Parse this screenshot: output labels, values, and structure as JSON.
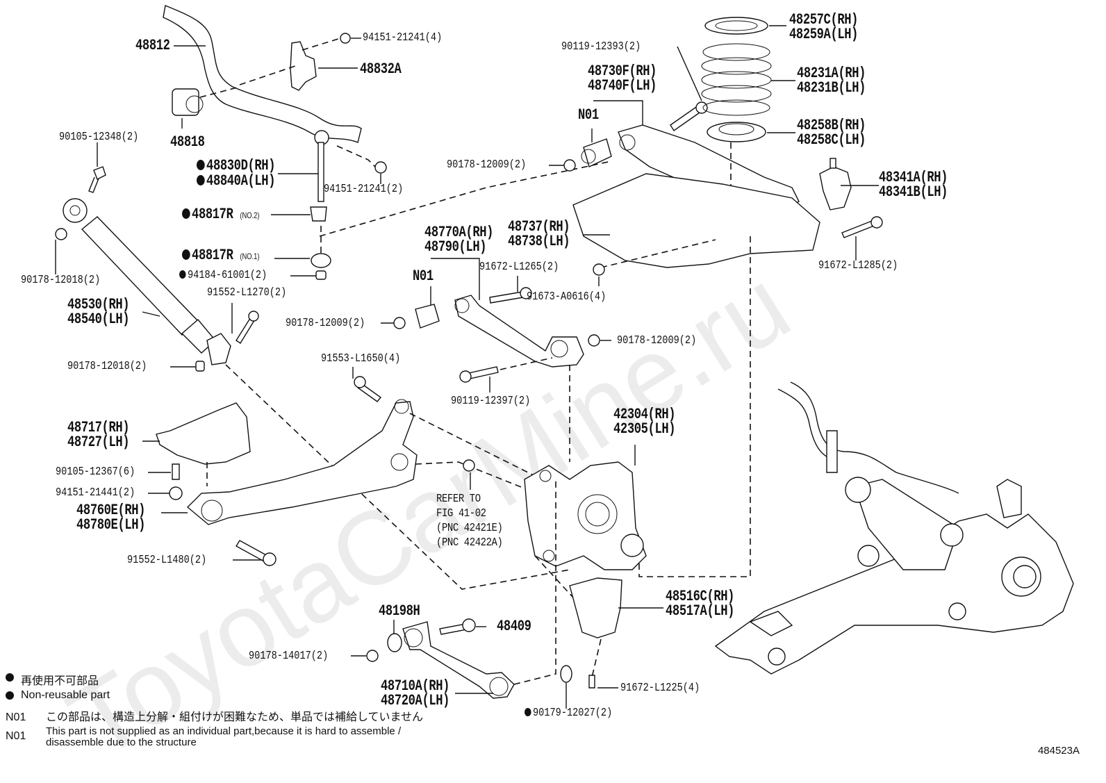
{
  "watermark": "ToyotaCarMine.ru",
  "figure_number": "484523A",
  "callouts": [
    {
      "id": "c1",
      "lines": [
        "48812"
      ]
    },
    {
      "id": "c2",
      "lines": [
        "94151-21241(4)"
      ]
    },
    {
      "id": "c3",
      "lines": [
        "48832A"
      ]
    },
    {
      "id": "c4",
      "lines": [
        "48818"
      ]
    },
    {
      "id": "c5",
      "lines": [
        "90105-12348(2)"
      ]
    },
    {
      "id": "c6",
      "lines": [
        "48830D(RH)",
        "48840A(LH)"
      ],
      "non_reusable": true
    },
    {
      "id": "c7",
      "lines": [
        "94151-21241(2)"
      ]
    },
    {
      "id": "c8",
      "lines": [
        "48817R"
      ],
      "suffix": "(NO.2)",
      "non_reusable": true
    },
    {
      "id": "c9",
      "lines": [
        "48817R"
      ],
      "suffix": "(NO.1)",
      "non_reusable": true
    },
    {
      "id": "c10",
      "lines": [
        "94184-61001(2)"
      ],
      "non_reusable": true
    },
    {
      "id": "c11",
      "lines": [
        "90178-12018(2)"
      ]
    },
    {
      "id": "c12",
      "lines": [
        "91552-L1270(2)"
      ]
    },
    {
      "id": "c13",
      "lines": [
        "48530(RH)",
        "48540(LH)"
      ]
    },
    {
      "id": "c14",
      "lines": [
        "90178-12018(2)"
      ]
    },
    {
      "id": "c15",
      "lines": [
        "90119-12393(2)"
      ]
    },
    {
      "id": "c16",
      "lines": [
        "48730F(RH)",
        "48740F(LH)"
      ]
    },
    {
      "id": "c17",
      "lines": [
        "N01"
      ]
    },
    {
      "id": "c18",
      "lines": [
        "90178-12009(2)"
      ]
    },
    {
      "id": "c19",
      "lines": [
        "48257C(RH)",
        "48259A(LH)"
      ]
    },
    {
      "id": "c20",
      "lines": [
        "48231A(RH)",
        "48231B(LH)"
      ]
    },
    {
      "id": "c21",
      "lines": [
        "48258B(RH)",
        "48258C(LH)"
      ]
    },
    {
      "id": "c22",
      "lines": [
        "48341A(RH)",
        "48341B(LH)"
      ]
    },
    {
      "id": "c23",
      "lines": [
        "91672-L1285(2)"
      ]
    },
    {
      "id": "c24",
      "lines": [
        "48737(RH)",
        "48738(LH)"
      ]
    },
    {
      "id": "c25",
      "lines": [
        "48770A(RH)",
        "48790(LH)"
      ]
    },
    {
      "id": "c26",
      "lines": [
        "N01"
      ]
    },
    {
      "id": "c27",
      "lines": [
        "91672-L1265(2)"
      ]
    },
    {
      "id": "c28",
      "lines": [
        "91673-A0616(4)"
      ]
    },
    {
      "id": "c29",
      "lines": [
        "90178-12009(2)"
      ]
    },
    {
      "id": "c30",
      "lines": [
        "90178-12009(2)"
      ]
    },
    {
      "id": "c31",
      "lines": [
        "91553-L1650(4)"
      ]
    },
    {
      "id": "c32",
      "lines": [
        "90119-12397(2)"
      ]
    },
    {
      "id": "c33",
      "lines": [
        "48717(RH)",
        "48727(LH)"
      ]
    },
    {
      "id": "c34",
      "lines": [
        "90105-12367(6)"
      ]
    },
    {
      "id": "c35",
      "lines": [
        "94151-21441(2)"
      ]
    },
    {
      "id": "c36",
      "lines": [
        "48760E(RH)",
        "48780E(LH)"
      ]
    },
    {
      "id": "c37",
      "lines": [
        "91552-L1480(2)"
      ]
    },
    {
      "id": "c38",
      "lines": [
        "42304(RH)",
        "42305(LH)"
      ]
    },
    {
      "id": "c39",
      "lines": [
        "REFER TO",
        "FIG 41-02",
        "(PNC 42421E)",
        "(PNC 42422A)"
      ]
    },
    {
      "id": "c40",
      "lines": [
        "48516C(RH)",
        "48517A(LH)"
      ]
    },
    {
      "id": "c41",
      "lines": [
        "48198H"
      ]
    },
    {
      "id": "c42",
      "lines": [
        "48409"
      ]
    },
    {
      "id": "c43",
      "lines": [
        "90178-14017(2)"
      ]
    },
    {
      "id": "c44",
      "lines": [
        "48710A(RH)",
        "48720A(LH)"
      ]
    },
    {
      "id": "c45",
      "lines": [
        "91672-L1225(4)"
      ]
    },
    {
      "id": "c46",
      "lines": [
        "90179-12027(2)"
      ],
      "non_reusable": true
    }
  ],
  "legend": {
    "non_reusable_ja": "再使用不可部品",
    "non_reusable_en": "Non-reusable part",
    "n01_key": "N01",
    "n01_ja": "この部品は、構造上分解・組付けが困難なため、単品では補給していません",
    "n01_en_line1": "This part is not supplied as an individual part,because it is hard to assemble /",
    "n01_en_line2": "disassemble due to the structure"
  }
}
